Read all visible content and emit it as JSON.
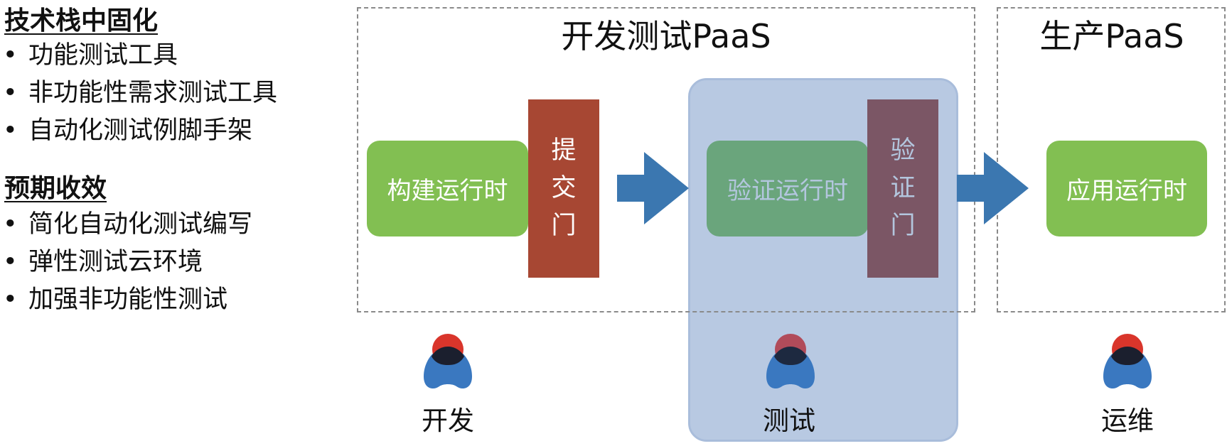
{
  "sections": {
    "tech_stack": {
      "heading": "技术栈中固化",
      "items": [
        "功能测试工具",
        "非功能性需求测试工具",
        "自动化测试例脚手架"
      ]
    },
    "benefits": {
      "heading": "预期收效",
      "items": [
        "简化自动化测试编写",
        "弹性测试云环境",
        "加强非功能性测试"
      ]
    }
  },
  "diagram": {
    "dev_zone_title": "开发测试PaaS",
    "prod_zone_title": "生产PaaS",
    "build_runtime": "构建运行时",
    "submit_gate": [
      "提",
      "交",
      "门"
    ],
    "verify_runtime": "验证运行时",
    "verify_gate": [
      "验",
      "证",
      "门"
    ],
    "app_runtime": "应用运行时",
    "roles": {
      "dev": "开发",
      "test": "测试",
      "ops": "运维"
    },
    "colors": {
      "runtime_green": "#82bf52",
      "submit_gate_red": "#a74733",
      "verify_gate_mauve": "#7b5665",
      "arrow_blue": "#3b77b0",
      "test_panel": "#b8c9e2",
      "person_red": "#d9352b",
      "person_blue": "#3a78c0"
    },
    "icons": [
      "arrow-right-icon",
      "person-icon"
    ]
  }
}
